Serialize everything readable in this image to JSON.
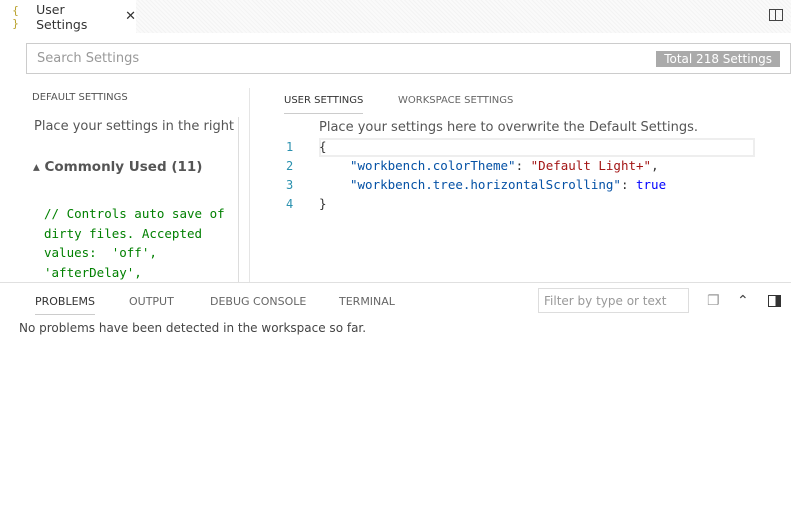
{
  "tab": {
    "icon": "braces-icon",
    "title": "User Settings",
    "close": "✕"
  },
  "search": {
    "placeholder": "Search Settings",
    "count": "Total 218 Settings"
  },
  "left": {
    "header": "DEFAULT SETTINGS",
    "hint": "Place your settings in the right hand",
    "group": "▴ Commonly Used (11)",
    "comment": "// Controls auto save of\ndirty files. Accepted\nvalues:  'off',\n'afterDelay',"
  },
  "right": {
    "tabs": [
      "USER SETTINGS",
      "WORKSPACE SETTINGS"
    ],
    "hint": "Place your settings here to overwrite the Default Settings.",
    "lines": [
      {
        "n": "1"
      },
      {
        "n": "2",
        "key": "\"workbench.colorTheme\"",
        "val": "\"Default Light+\""
      },
      {
        "n": "3",
        "key": "\"workbench.tree.horizontalScrolling\"",
        "val": "true"
      },
      {
        "n": "4"
      }
    ],
    "open": "{",
    "close": "}"
  },
  "panel": {
    "tabs": [
      "PROBLEMS",
      "OUTPUT",
      "DEBUG CONSOLE",
      "TERMINAL"
    ],
    "filter_placeholder": "Filter by type or text",
    "message": "No problems have been detected in the workspace so far."
  }
}
